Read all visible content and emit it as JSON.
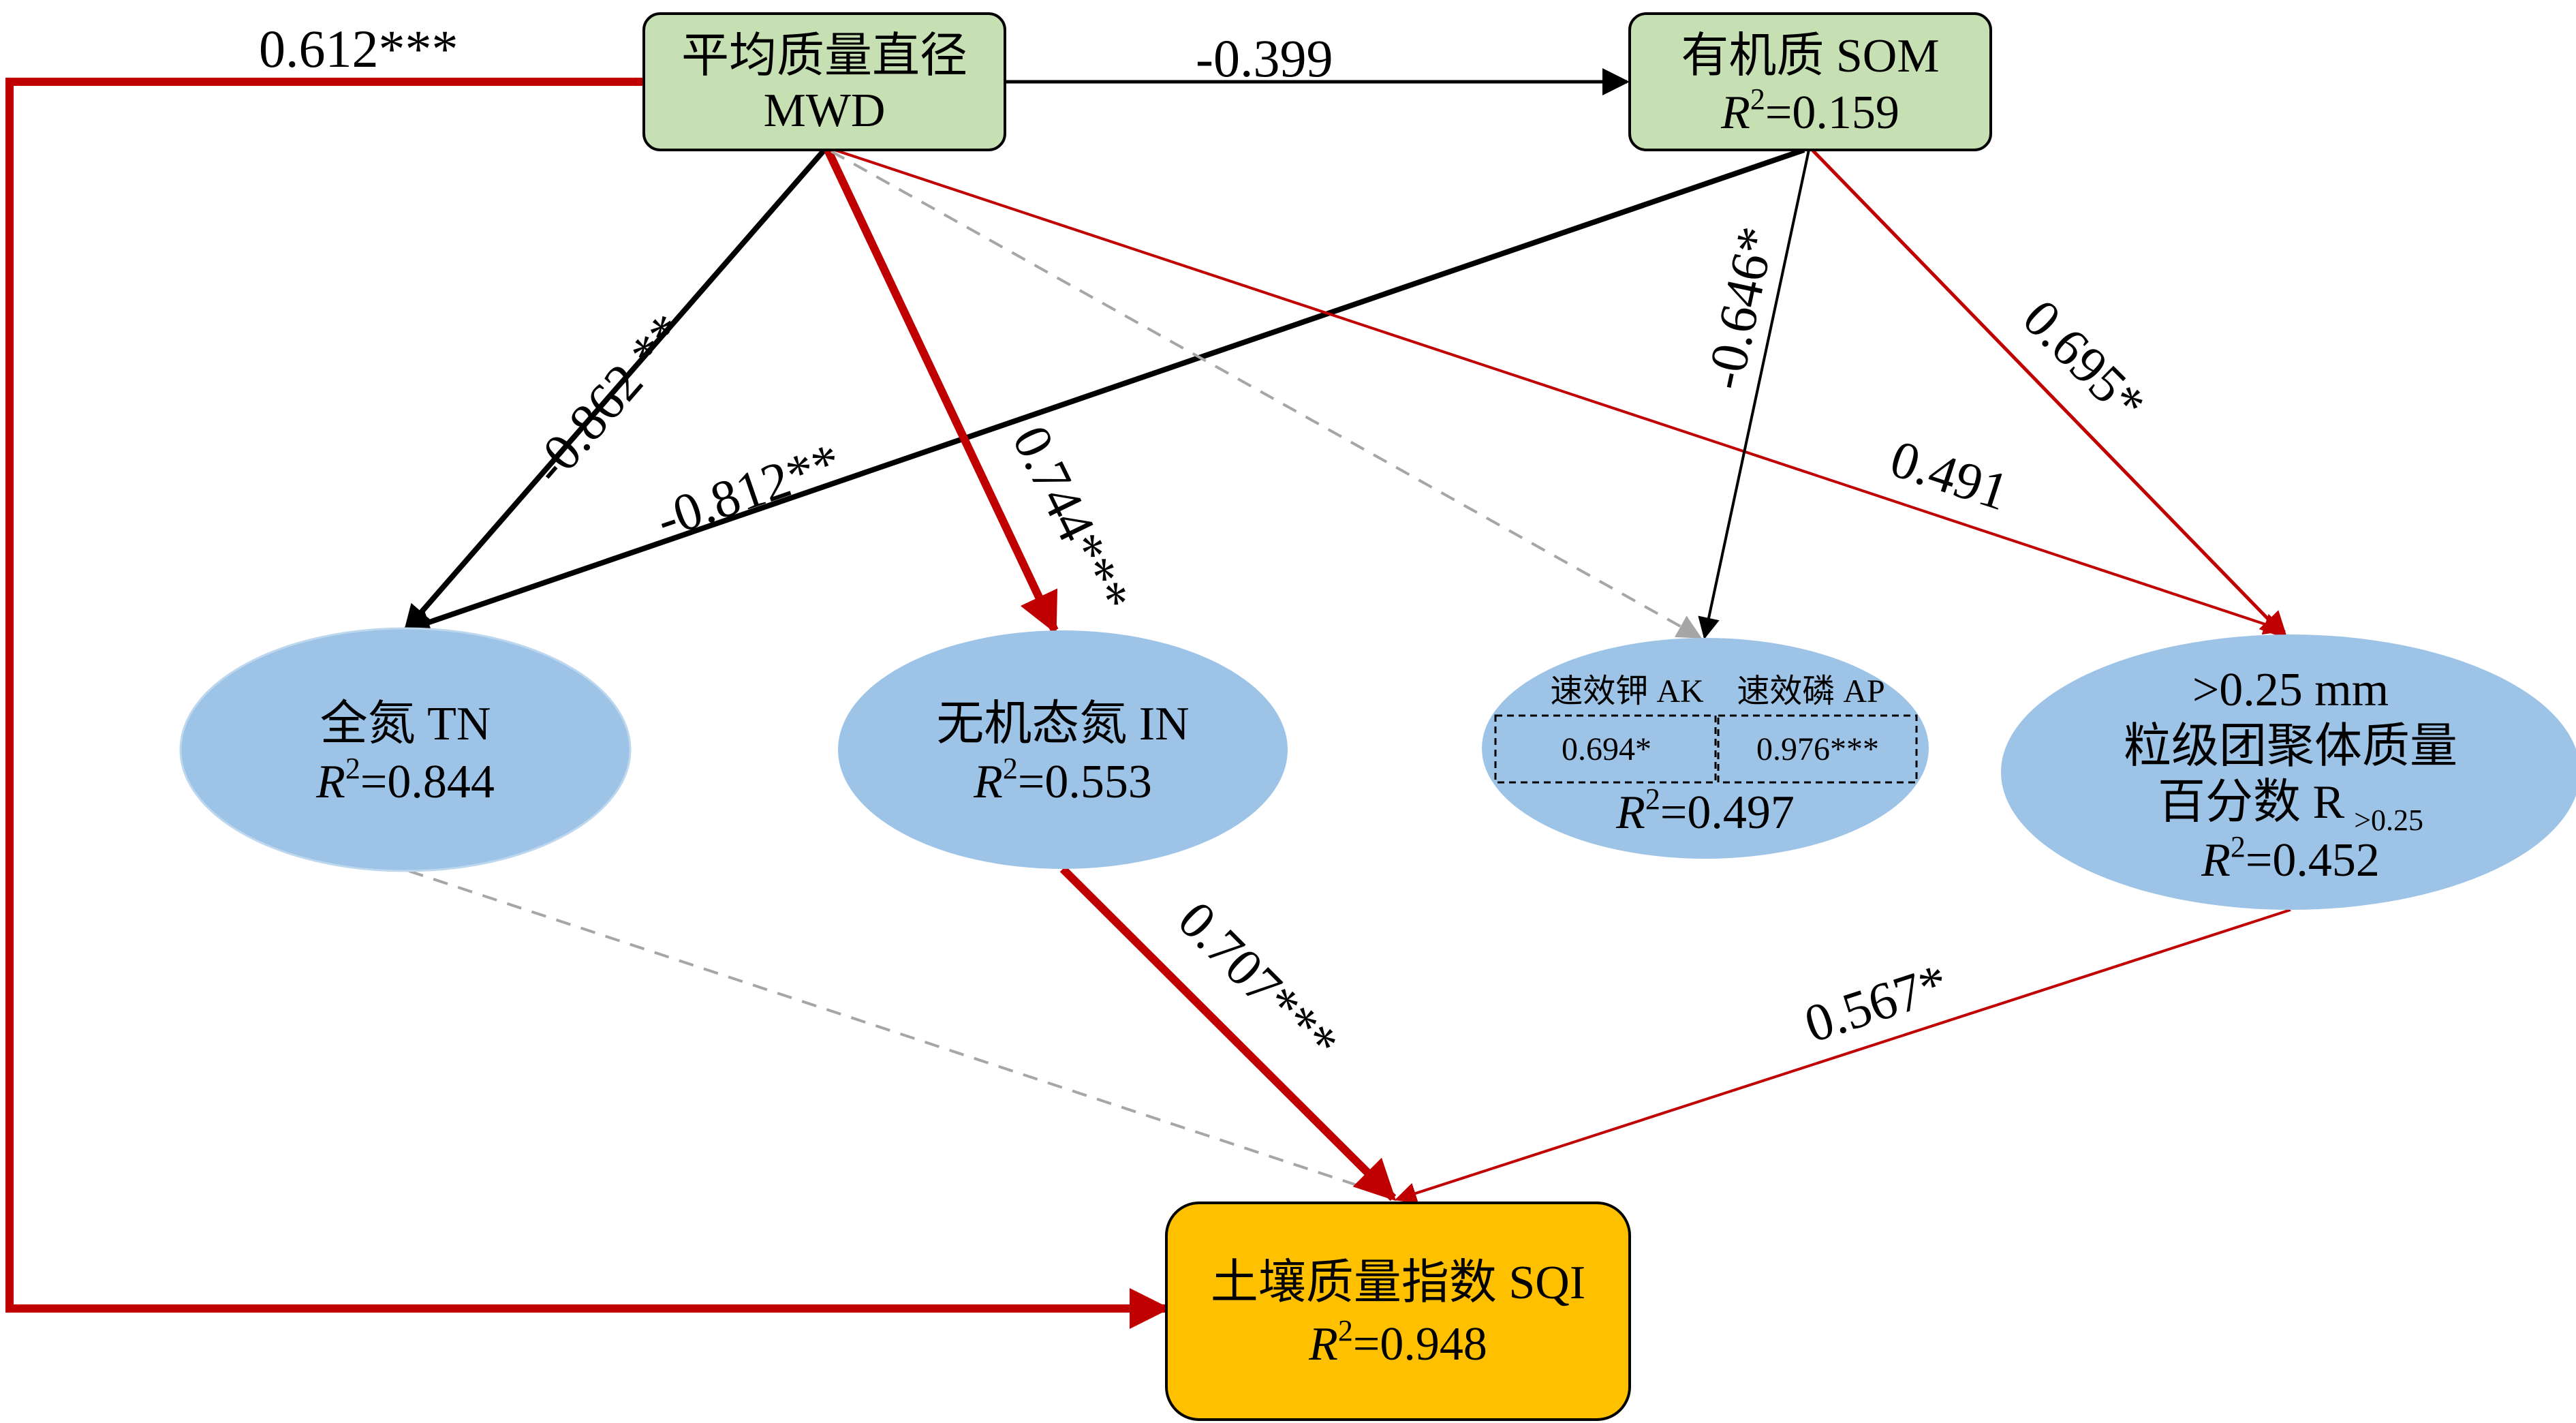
{
  "colors": {
    "box_green": "#c6e0b4",
    "box_orange": "#ffc000",
    "ellipse_blue": "#9dc3e6",
    "positive": "#c00000",
    "negative": "#000000",
    "nonsignificant": "#a6a6a6"
  },
  "nodes": {
    "mwd": {
      "line1": "平均质量直径",
      "line2": "MWD"
    },
    "som": {
      "line1": "有机质 SOM",
      "r2_italic": "R",
      "r2_sup": "2",
      "r2_value": "=0.159"
    },
    "tn": {
      "line1": "全氮 TN",
      "r2_italic": "R",
      "r2_sup": "2",
      "r2_value": "=0.844"
    },
    "in": {
      "line1": "无机态氮 IN",
      "r2_italic": "R",
      "r2_sup": "2",
      "r2_value": "=0.553"
    },
    "akap": {
      "ak_label": "速效钾 AK",
      "ap_label": "速效磷 AP",
      "ak_value": "0.694*",
      "ap_value": "0.976***",
      "r2_italic": "R",
      "r2_sup": "2",
      "r2_value": "=0.497"
    },
    "r025": {
      "line1": ">0.25 mm",
      "line2": "粒级团聚体质量",
      "line3": "百分数 R",
      "line3_sub": ">0.25",
      "r2_italic": "R",
      "r2_sup": "2",
      "r2_value": "=0.452"
    },
    "sqi": {
      "line1": "土壤质量指数 SQI",
      "r2_italic": "R",
      "r2_sup": "2",
      "r2_value": "=0.948"
    }
  },
  "paths": [
    {
      "from": "MWD",
      "to": "SQI",
      "label": "0.612***",
      "sign": "positive"
    },
    {
      "from": "MWD",
      "to": "SOM",
      "label": "-0.399",
      "sign": "negative"
    },
    {
      "from": "MWD",
      "to": "TN",
      "label": "-0.862 **",
      "sign": "negative"
    },
    {
      "from": "SOM",
      "to": "TN",
      "label": "-0.812**",
      "sign": "negative"
    },
    {
      "from": "MWD",
      "to": "IN",
      "label": "0.744***",
      "sign": "positive"
    },
    {
      "from": "SOM",
      "to": "AK/AP",
      "label": "-0.646*",
      "sign": "negative"
    },
    {
      "from": "SOM",
      "to": "R>0.25",
      "label": "0.695*",
      "sign": "positive"
    },
    {
      "from": "MWD",
      "to": "R>0.25",
      "label": "0.491",
      "sign": "positive"
    },
    {
      "from": "IN",
      "to": "SQI",
      "label": "0.707***",
      "sign": "positive"
    },
    {
      "from": "R>0.25",
      "to": "SQI",
      "label": "0.567*",
      "sign": "positive"
    },
    {
      "from": "MWD",
      "to": "AK/AP",
      "label": "",
      "sign": "nonsignificant"
    },
    {
      "from": "TN",
      "to": "SQI",
      "label": "",
      "sign": "nonsignificant"
    }
  ]
}
